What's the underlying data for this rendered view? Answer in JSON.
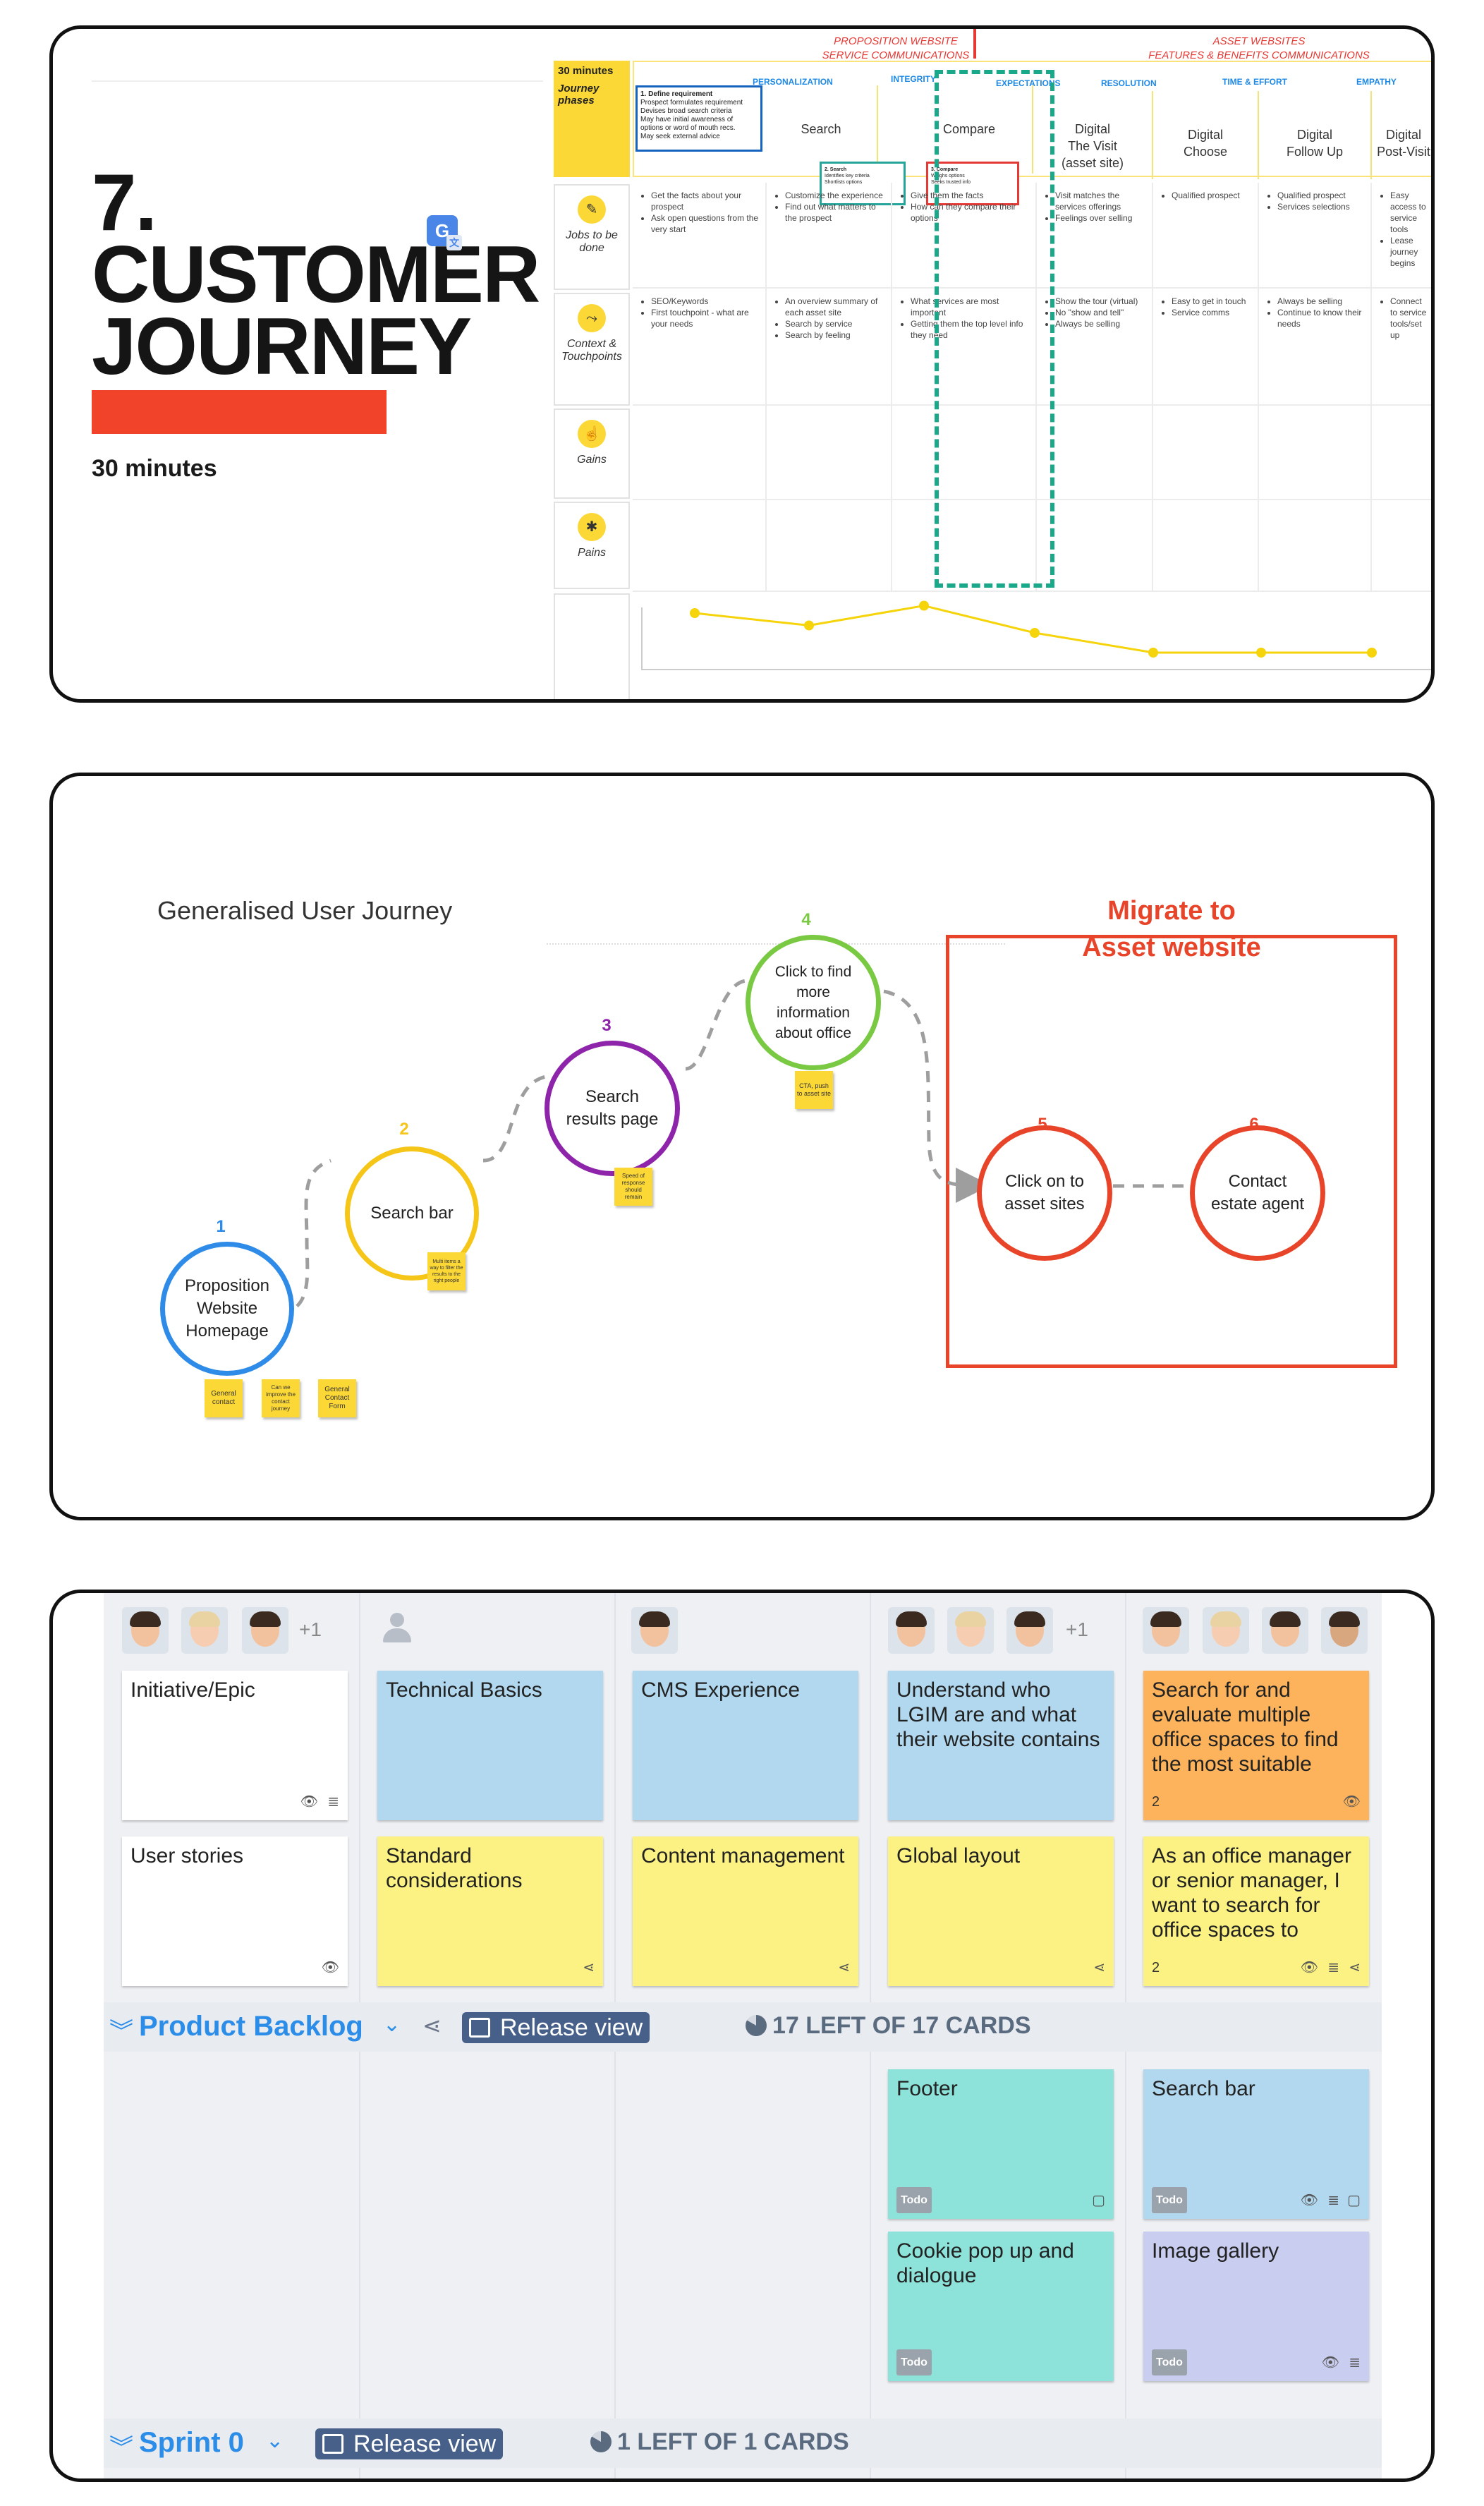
{
  "panel1": {
    "number": "7.",
    "title_line1": "CUSTOMER",
    "title_line2": "JOURNEY",
    "duration": "30 minutes",
    "translate_icon": "google-translate-icon",
    "map": {
      "header_left": [
        "PROPOSITION WEBSITE",
        "SERVICE COMMUNICATIONS"
      ],
      "header_right": [
        "ASSET WEBSITES",
        "FEATURES & BENEFITS COMMUNICATIONS"
      ],
      "emotions": [
        "PERSONALIZATION",
        "INTEGRITY",
        "EXPECTATIONS",
        "RESOLUTION",
        "TIME & EFFORT",
        "EMPATHY"
      ],
      "phase_cell": {
        "time": "30 minutes",
        "label": "Journey phases"
      },
      "phases": [
        "Search",
        "Compare",
        "Digital\nThe Visit\n(asset site)",
        "Digital\nChoose",
        "Digital\nFollow Up",
        "Digital\nPost-Visit"
      ],
      "row_labels": [
        "Jobs to be done",
        "Context & Touchpoints",
        "Gains",
        "Pains"
      ],
      "define_note": [
        "1. Define requirement",
        "Prospect formulates requirement",
        "Devises broad search criteria",
        "May have initial awareness of options or word of mouth recs.",
        "May seek external advice"
      ],
      "search_note": [
        "2. Search",
        "Identifies key criteria",
        "Shortlists options"
      ],
      "compare_note": [
        "3. Compare",
        "Weighs options",
        "Seeks trusted info"
      ],
      "jobs": [
        [
          "Get the facts about your prospect",
          "Ask open questions from the very start"
        ],
        [
          "Customize the experience",
          "Find out what matters to the prospect"
        ],
        [
          "Give them the facts",
          "How can they compare their options"
        ],
        [
          "Visit matches the services offerings",
          "Feelings over selling"
        ],
        [
          "Qualified prospect"
        ],
        [
          "Qualified prospect",
          "Services selections"
        ],
        [
          "Easy access to service tools",
          "Lease journey begins"
        ]
      ],
      "context": [
        [
          "SEO/Keywords",
          "First touchpoint - what are your needs"
        ],
        [
          "An overview summary of each asset site",
          "Search by service",
          "Search by feeling"
        ],
        [
          "What services are most important",
          "Getting them the top level info they need"
        ],
        [
          "Show the tour (virtual)",
          "No \"show and tell\"",
          "Always be selling"
        ],
        [
          "Easy to get in touch",
          "Service comms"
        ],
        [
          "Always be selling",
          "Continue to know their needs"
        ],
        [
          "Connect to service tools/set up"
        ]
      ],
      "emotion_curve": [
        0.6,
        0.35,
        0.75,
        0.2,
        -0.2,
        -0.2,
        -0.2
      ]
    }
  },
  "panel2": {
    "title": "Generalised User Journey",
    "migrate": [
      "Migrate to",
      "Asset website"
    ],
    "steps": [
      {
        "num": "1",
        "label": "Proposition Website Homepage",
        "color": "#2e8be8"
      },
      {
        "num": "2",
        "label": "Search bar",
        "color": "#f5c518"
      },
      {
        "num": "3",
        "label": "Search results page",
        "color": "#8e24aa"
      },
      {
        "num": "4",
        "label": "Click to find more information about office",
        "color": "#7ac943"
      },
      {
        "num": "5",
        "label": "Click on to asset sites",
        "color": "#e8442a"
      },
      {
        "num": "6",
        "label": "Contact estate agent",
        "color": "#e8442a"
      }
    ],
    "stickies": {
      "s1a": "General contact",
      "s1b": "Can we improve the contact journey",
      "s1c": "General Contact Form",
      "s2": "Multi items a way to filter the results to the right people",
      "s3": "Speed of response should remain",
      "s4": "CTA, push to asset site"
    }
  },
  "panel3": {
    "row1": [
      {
        "text": "Initiative/Epic",
        "color": "white",
        "icons": [
          "eye-icon",
          "list-icon"
        ]
      },
      {
        "text": "Technical Basics",
        "color": "blue",
        "icons": []
      },
      {
        "text": "CMS Experience",
        "color": "blue",
        "icons": []
      },
      {
        "text": "Understand who LGIM are and what their website contains",
        "color": "blue",
        "icons": []
      },
      {
        "text": "Search for and evaluate multiple office spaces to find the most suitable",
        "color": "orange",
        "count": "2",
        "icons": [
          "eye-icon"
        ]
      }
    ],
    "row2": [
      {
        "text": "User stories",
        "color": "white",
        "icons": [
          "eye-icon"
        ]
      },
      {
        "text": "Standard considerations",
        "color": "yellow",
        "icons": [
          "share-icon"
        ]
      },
      {
        "text": "Content management",
        "color": "yellow",
        "icons": [
          "share-icon"
        ]
      },
      {
        "text": "Global layout",
        "color": "yellow",
        "icons": [
          "share-icon"
        ]
      },
      {
        "text": "As an office manager or senior manager, I want to search for office spaces to",
        "color": "yellow",
        "count": "2",
        "icons": [
          "eye-icon",
          "list-icon",
          "share-icon"
        ]
      }
    ],
    "plus_more": "+1",
    "backlog": {
      "title": "Product Backlog",
      "release": "Release view",
      "cards_left": "17 LEFT OF 17 CARDS"
    },
    "backlog_cards": [
      {
        "text": "Footer",
        "color": "teal",
        "status": "Todo",
        "icons": [
          "comment-icon"
        ]
      },
      {
        "text": "Search bar",
        "color": "blue",
        "status": "Todo",
        "icons": [
          "eye-icon",
          "list-icon",
          "comment-icon"
        ]
      },
      {
        "text": "Cookie pop up and dialogue",
        "color": "teal",
        "status": "Todo",
        "icons": []
      },
      {
        "text": "Image gallery",
        "color": "lav",
        "status": "Todo",
        "icons": [
          "eye-icon",
          "list-icon"
        ]
      }
    ],
    "sprint": {
      "title": "Sprint 0",
      "release": "Release view",
      "cards_left": "1 LEFT OF 1 CARDS"
    }
  }
}
